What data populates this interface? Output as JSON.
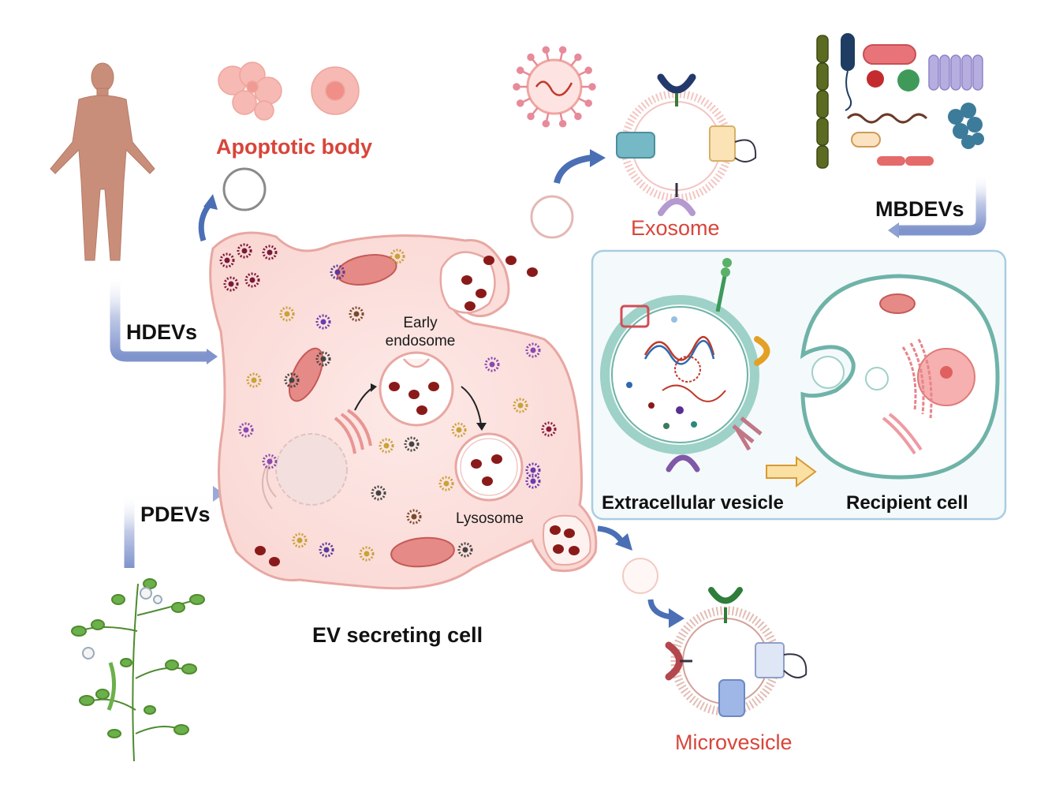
{
  "labels": {
    "apoptotic_body": "Apoptotic body",
    "exosome": "Exosome",
    "mbdevs": "MBDEVs",
    "hdevs": "HDEVs",
    "pdevs": "PDEVs",
    "early": "Early",
    "endosome": "endosome",
    "lysosome": "Lysosome",
    "ev_secreting_cell": "EV secreting cell",
    "microvesicle": "Microvesicle",
    "extracellular_vesicle": "Extracellular vesicle",
    "recipient_cell": "Recipient cell"
  },
  "colors": {
    "cell_fill": "#fce4e2",
    "cell_stroke": "#e8a7a2",
    "vesicle_red": "#8a1a1a",
    "arrow_blue": "#4a6fb5",
    "title_red": "#d8453a",
    "panel_border": "#a9cde0",
    "panel_fill": "#f4f9fb",
    "teal": "#6fb3a8",
    "skin": "#c98e7a",
    "plant_green": "#5aa03a"
  },
  "icons": [
    "human-body-icon",
    "plant-icon",
    "bacteria-icon",
    "mitochondria-icon",
    "nucleus-icon",
    "golgi-icon",
    "receptor-icon"
  ]
}
